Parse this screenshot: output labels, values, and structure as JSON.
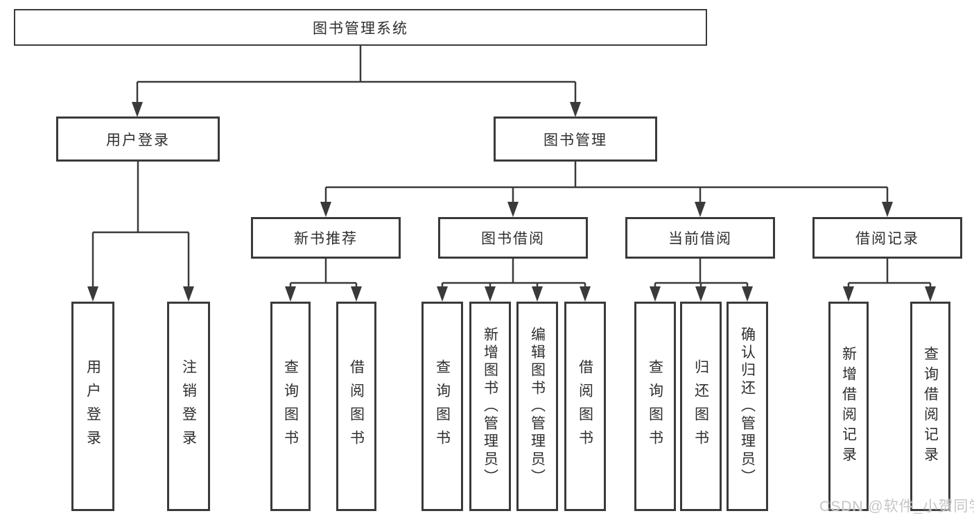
{
  "diagram": {
    "root": {
      "label": "图书管理系统"
    },
    "branches": [
      {
        "label": "用户登录",
        "children": [
          {
            "label": "用户登录"
          },
          {
            "label": "注销登录"
          }
        ]
      },
      {
        "label": "图书管理",
        "children": [
          {
            "label": "新书推荐",
            "children": [
              {
                "label": "查询图书"
              },
              {
                "label": "借阅图书"
              }
            ]
          },
          {
            "label": "图书借阅",
            "children": [
              {
                "label": "查询图书"
              },
              {
                "label": "新增图书（管理员）"
              },
              {
                "label": "编辑图书（管理员）"
              },
              {
                "label": "借阅图书"
              }
            ]
          },
          {
            "label": "当前借阅",
            "children": [
              {
                "label": "查询图书"
              },
              {
                "label": "归还图书"
              },
              {
                "label": "确认归还（管理员）"
              }
            ]
          },
          {
            "label": "借阅记录",
            "children": [
              {
                "label": "新增借阅记录"
              },
              {
                "label": "查询借阅记录"
              }
            ]
          }
        ]
      }
    ]
  },
  "watermark": "CSDN @软件_小贺同学"
}
